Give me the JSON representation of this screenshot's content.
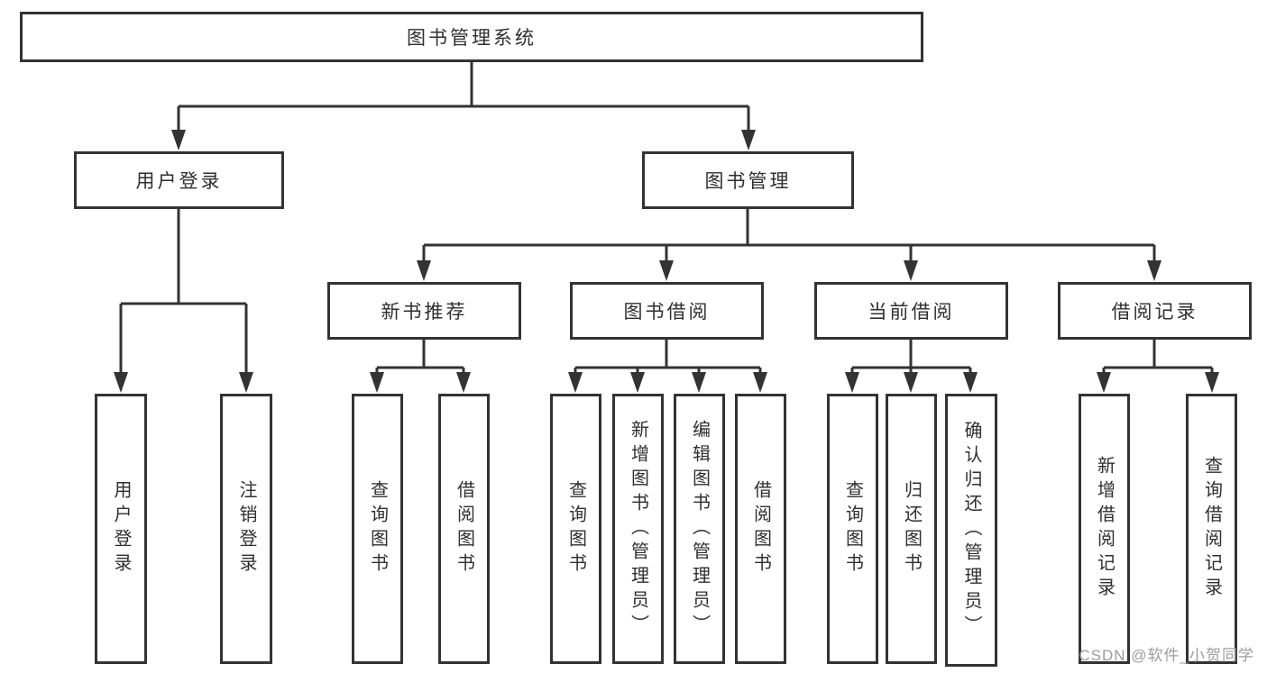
{
  "diagram": {
    "type": "hierarchy-tree",
    "tree": {
      "root": {
        "label": "图书管理系统",
        "children": [
          {
            "label": "用户登录",
            "children": [
              {
                "label": "用户登录"
              },
              {
                "label": "注销登录"
              }
            ]
          },
          {
            "label": "图书管理",
            "children": [
              {
                "label": "新书推荐",
                "children": [
                  {
                    "label": "查询图书"
                  },
                  {
                    "label": "借阅图书"
                  }
                ]
              },
              {
                "label": "图书借阅",
                "children": [
                  {
                    "label": "查询图书"
                  },
                  {
                    "label": "新增图书（管理员）"
                  },
                  {
                    "label": "编辑图书（管理员）"
                  },
                  {
                    "label": "借阅图书"
                  }
                ]
              },
              {
                "label": "当前借阅",
                "children": [
                  {
                    "label": "查询图书"
                  },
                  {
                    "label": "归还图书"
                  },
                  {
                    "label": "确认归还（管理员）"
                  }
                ]
              },
              {
                "label": "借阅记录",
                "children": [
                  {
                    "label": "新增借阅记录"
                  },
                  {
                    "label": "查询借阅记录"
                  }
                ]
              }
            ]
          }
        ]
      }
    },
    "colors": {
      "line": "#333333",
      "text": "#2f2f2f",
      "box_background": "#ffffff",
      "watermark": "#9c9c9c",
      "background": "#ffffff"
    }
  },
  "watermark": "CSDN @软件_小贺同学"
}
